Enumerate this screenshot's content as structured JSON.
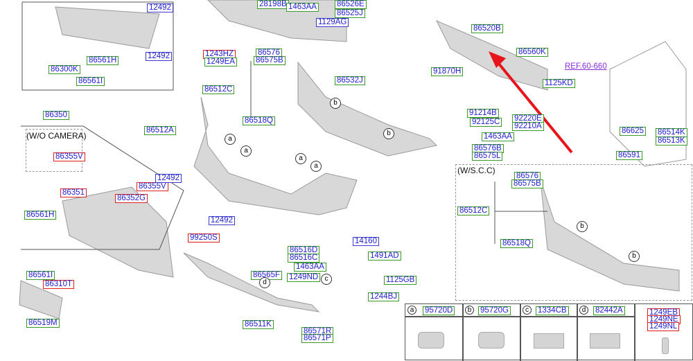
{
  "labels": [
    "12492",
    "86561H",
    "12492",
    "86300K",
    "86561I",
    "28198B",
    "1463AA",
    "86526E",
    "86525J",
    "1129AG",
    "1243HZ",
    "1249EA",
    "86576",
    "86575B",
    "86532J",
    "86512C",
    "86518Q",
    "86512A",
    "86350",
    "86355V",
    "86520B",
    "86560K",
    "91870H",
    "1125KD",
    "91214B",
    "92125C",
    "92220E",
    "92210A",
    "1463AA",
    "86576B",
    "86575L",
    "86625",
    "86514K",
    "86513K",
    "86591",
    "86351",
    "86355V",
    "12492",
    "86352G",
    "86561H",
    "12492",
    "99250S",
    "86561I",
    "86310T",
    "86519M",
    "14160",
    "86516D",
    "86516C",
    "1491AD",
    "1463AA",
    "1249ND",
    "86565F",
    "1125GB",
    "1244BJ",
    "86511K",
    "86571R",
    "86571P",
    "86576",
    "86575B",
    "86512C",
    "86518Q"
  ],
  "ref_label": "REF.60-660",
  "wo_camera": "(W/O CAMERA)",
  "wscc": "(W/S.C.C)",
  "callouts": {
    "a": "a",
    "b": "b",
    "c": "c",
    "d": "d"
  },
  "table": {
    "cells": [
      {
        "letter": "a",
        "part": "95720D"
      },
      {
        "letter": "b",
        "part": "95720G"
      },
      {
        "letter": "c",
        "part": "1334CB"
      },
      {
        "letter": "d",
        "part": "82442A"
      }
    ],
    "screws": [
      "1249EB",
      "1249NE",
      "1249NL"
    ]
  },
  "colors": {
    "arrow": "#e8141b",
    "green": "#3a9a2a",
    "red": "#e02020",
    "blue": "#1f1fd0"
  }
}
